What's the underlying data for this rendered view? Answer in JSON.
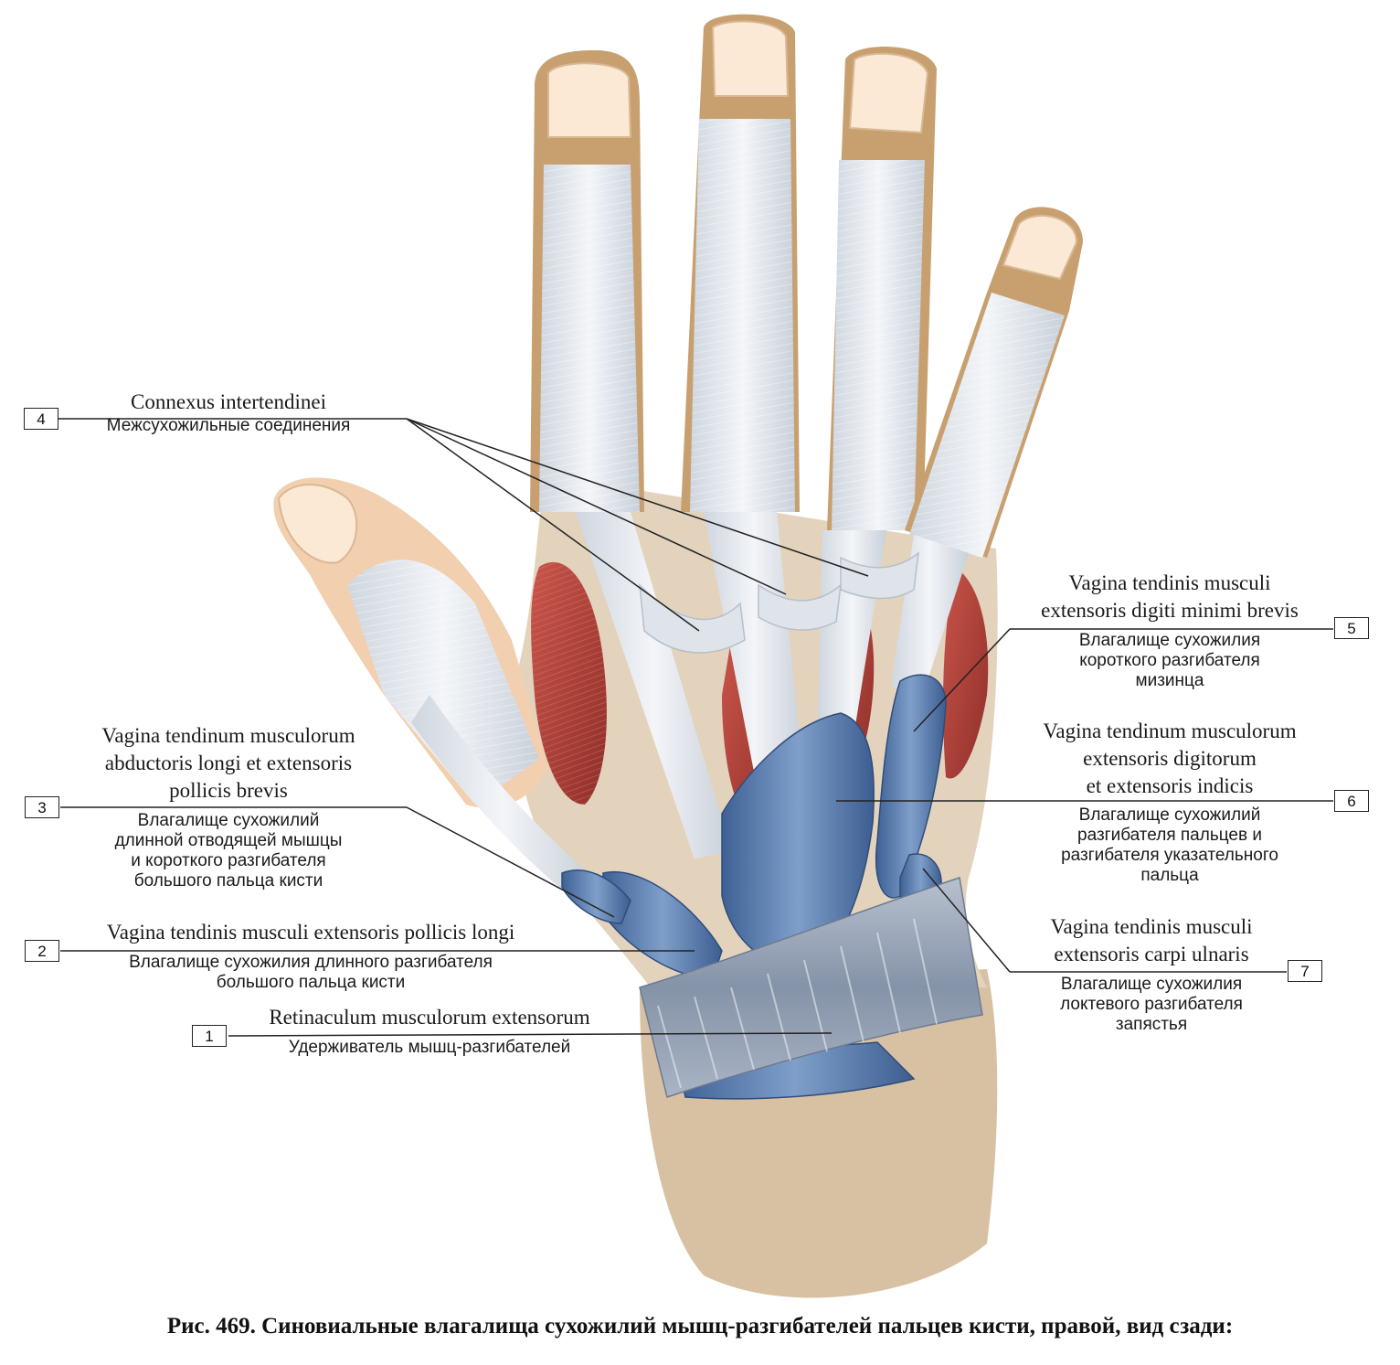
{
  "caption": "Рис. 469. Синовиальные влагалища сухожилий мышц-разгибателей пальцев кисти, правой, вид сзади:",
  "labels": {
    "l1": {
      "num": "1",
      "lat": [
        "Retinaculum musculorum extensorum"
      ],
      "rus": [
        "Удерживатель мышц-разгибателей"
      ]
    },
    "l2": {
      "num": "2",
      "lat": [
        "Vagina tendinis musculi extensoris pollicis longi"
      ],
      "rus": [
        "Влагалище сухожилия длинного разгибателя",
        "большого пальца кисти"
      ]
    },
    "l3": {
      "num": "3",
      "lat": [
        "Vagina tendinum musculorum",
        "abductoris longi et extensoris",
        "pollicis brevis"
      ],
      "rus": [
        "Влагалище сухожилий",
        "длинной отводящей мышцы",
        "и короткого разгибателя",
        "большого пальца кисти"
      ]
    },
    "l4": {
      "num": "4",
      "lat": [
        "Connexus intertendinei"
      ],
      "rus": [
        "Межсухожильные соединения"
      ]
    },
    "l5": {
      "num": "5",
      "lat": [
        "Vagina tendinis musculi",
        "extensoris digiti minimi brevis"
      ],
      "rus": [
        "Влагалище сухожилия",
        "короткого разгибателя",
        "мизинца"
      ]
    },
    "l6": {
      "num": "6",
      "lat": [
        "Vagina tendinum musculorum",
        "extensoris digitorum",
        "et extensoris indicis"
      ],
      "rus": [
        "Влагалище сухожилий",
        "разгибателя пальцев и",
        "разгибателя указательного",
        "пальца"
      ]
    },
    "l7": {
      "num": "7",
      "lat": [
        "Vagina tendinis musculi",
        "extensoris carpi ulnaris"
      ],
      "rus": [
        "Влагалище сухожилия",
        "локтевого разгибателя",
        "запястья"
      ]
    }
  },
  "colors": {
    "skin": "#f2cfae",
    "nail": "#fbe9d6",
    "tendon": "#e9ecf0",
    "muscle": "#b8433b",
    "sheath": "#4f75a8",
    "retinaculum": "#9aa6b8",
    "edge": "#8a6a3c"
  }
}
